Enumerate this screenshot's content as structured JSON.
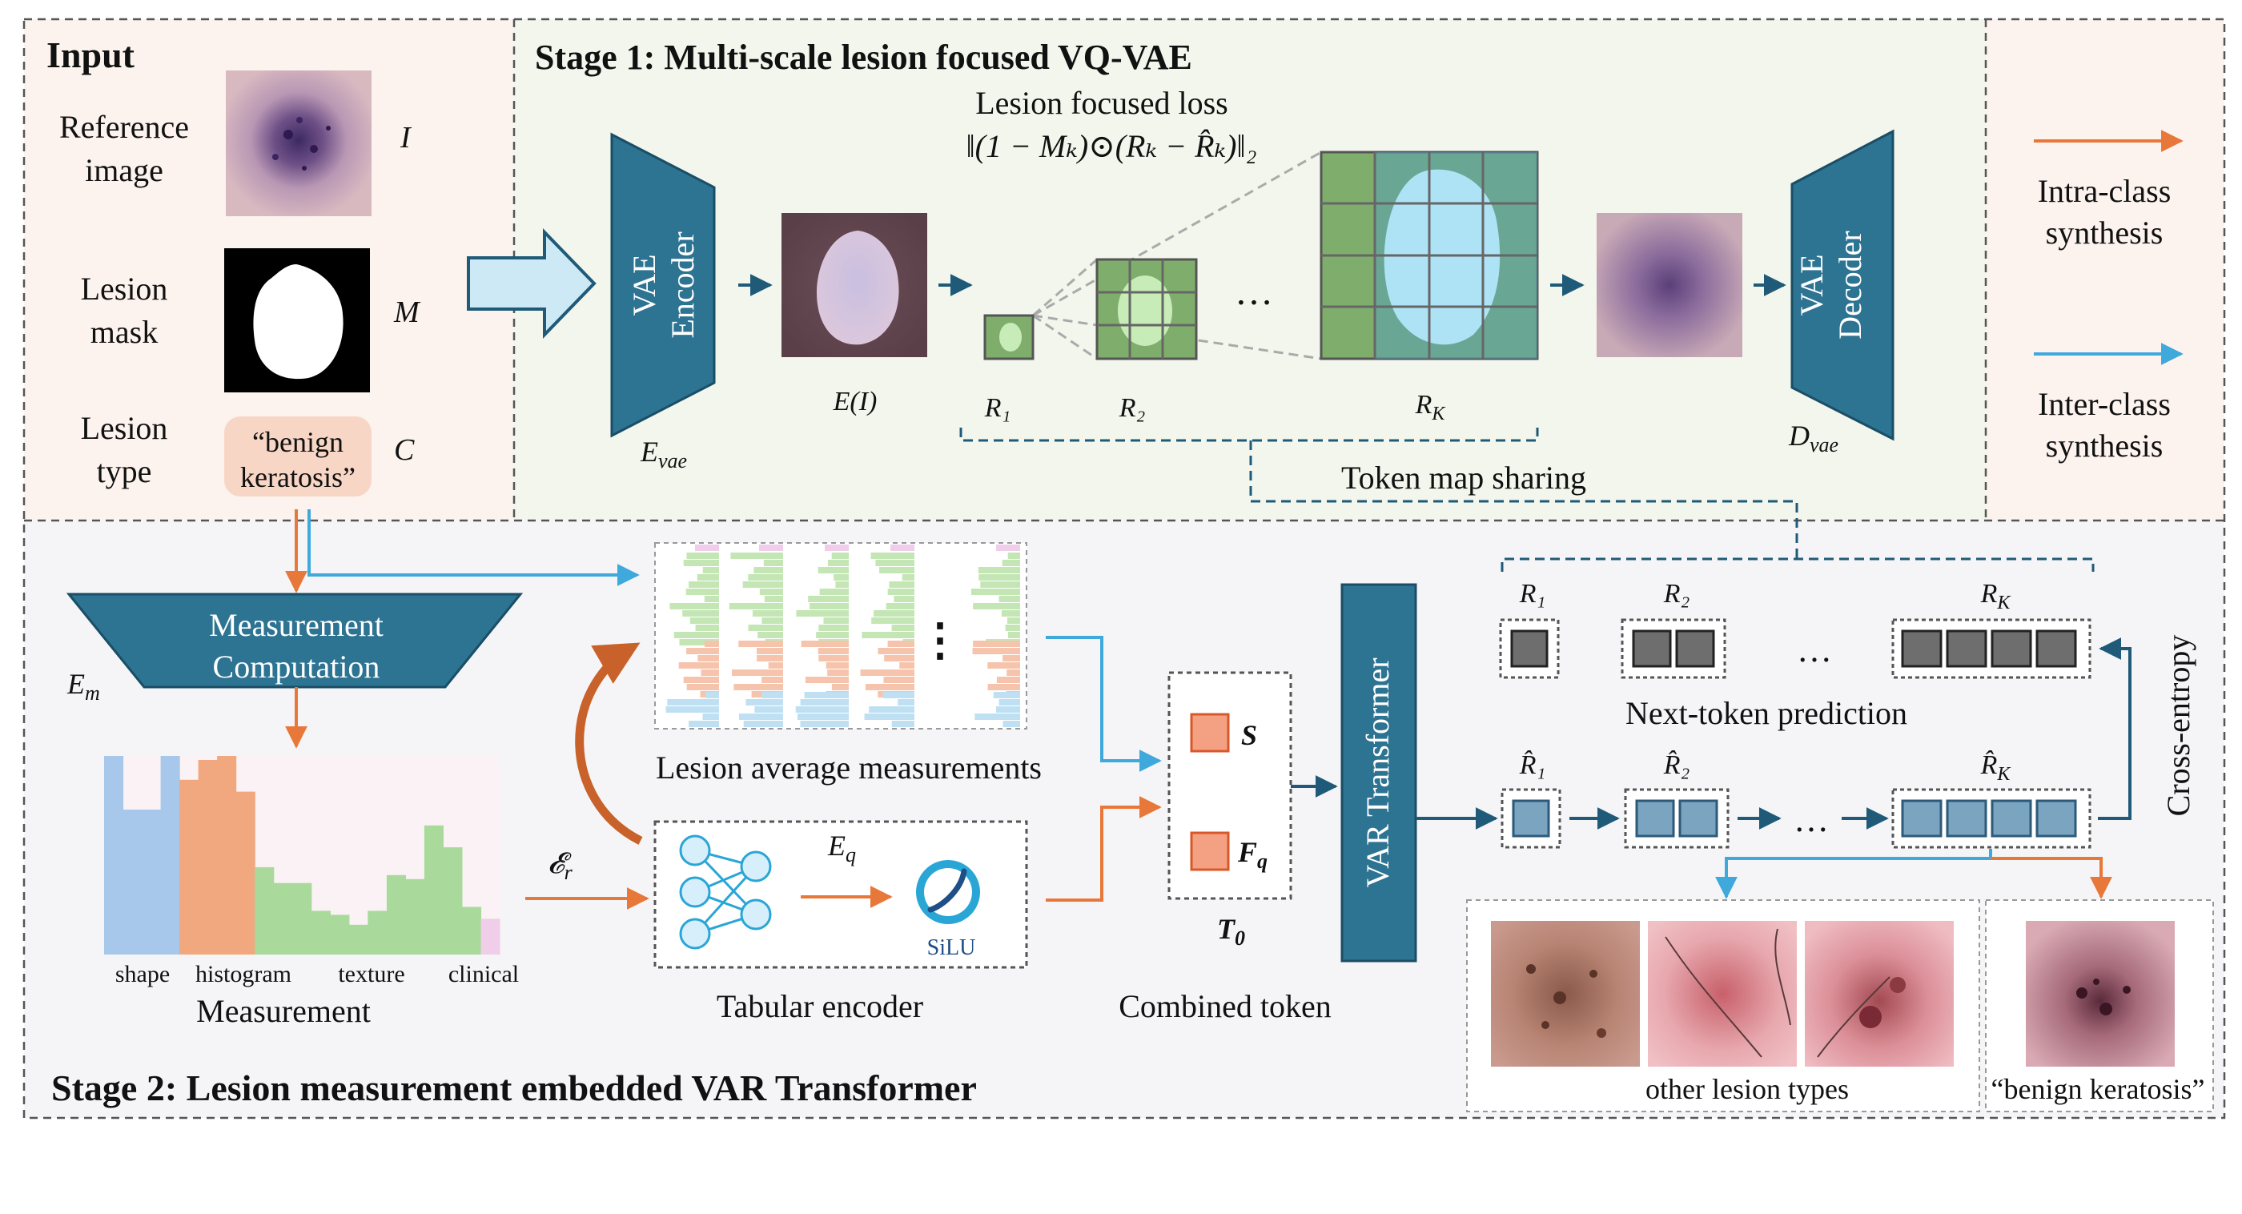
{
  "input": {
    "title": "Input",
    "reference": {
      "label_line1": "Reference",
      "label_line2": "image",
      "symbol": "I"
    },
    "mask": {
      "label_line1": "Lesion",
      "label_line2": "mask",
      "symbol": "M"
    },
    "type": {
      "label_line1": "Lesion",
      "label_line2": "type",
      "symbol": "C",
      "value_line1": "“benign",
      "value_line2": "keratosis”"
    }
  },
  "stage1": {
    "title": "Stage 1: Multi-scale lesion focused VQ-VAE",
    "loss_title": "Lesion focused loss",
    "loss_formula": "‖(1 − Mₖ)⊙(Rₖ − R̂ₖ)‖₂",
    "encoder_line1": "VAE",
    "encoder_line2": "Encoder",
    "encoder_symbol": "E_vae",
    "encoded_label": "E(I)",
    "scale_labels": [
      "R₁",
      "R₂",
      "R_K"
    ],
    "ellipsis": "…",
    "decoder_line1": "VAE",
    "decoder_line2": "Decoder",
    "decoder_symbol": "D_vae",
    "token_map_sharing": "Token map sharing"
  },
  "legend": {
    "intra_line1": "Intra-class",
    "intra_line2": "synthesis",
    "inter_line1": "Inter-class",
    "inter_line2": "synthesis",
    "intra_color": "#e8783a",
    "inter_color": "#3fa9dc"
  },
  "stage2": {
    "title": "Stage 2: Lesion measurement embedded VAR Transformer",
    "measurement_comp_line1": "Measurement",
    "measurement_comp_line2": "Computation",
    "em_symbol": "E_m",
    "measurement_label": "Measurement",
    "measurement_groups": [
      "shape",
      "histogram",
      "texture",
      "clinical"
    ],
    "er_symbol": "E_r",
    "avg_label": "Lesion average measurements",
    "avg_ellipsis": "⋮",
    "tabular_label": "Tabular encoder",
    "eq_symbol": "E_q",
    "silu": "SiLU",
    "token_s": "S",
    "token_fq": "F_q",
    "t0": "T₀",
    "combined_label": "Combined token",
    "var_label": "VAR Transformer",
    "next_token_label": "Next-token prediction",
    "gt_labels": [
      "R₁",
      "R₂",
      "R_K"
    ],
    "pred_labels": [
      "R̂₁",
      "R̂₂",
      "R̂_K"
    ],
    "cross_entropy": "Cross-entropy",
    "other_types_label": "other lesion types",
    "benign_label": "“benign keratosis”"
  },
  "colors": {
    "encoder_blue": "#2d7392",
    "arrow_dark": "#1f5a78",
    "orange": "#e8783a",
    "light_blue": "#3fa9dc",
    "stage1_bg": "#f2f6ec",
    "input_bg": "#fcf3ee",
    "stage2_bg": "#f5f5f7",
    "grid_green": "#7fae6c",
    "lesion_fill": "#aee3f6"
  },
  "chart_data": {
    "type": "bar",
    "groups": [
      "shape",
      "histogram",
      "texture",
      "clinical"
    ],
    "values": [
      100,
      73,
      73,
      100,
      88,
      98,
      100,
      82,
      44,
      36,
      36,
      22,
      20,
      15,
      22,
      40,
      38,
      65,
      54,
      24,
      18
    ]
  }
}
